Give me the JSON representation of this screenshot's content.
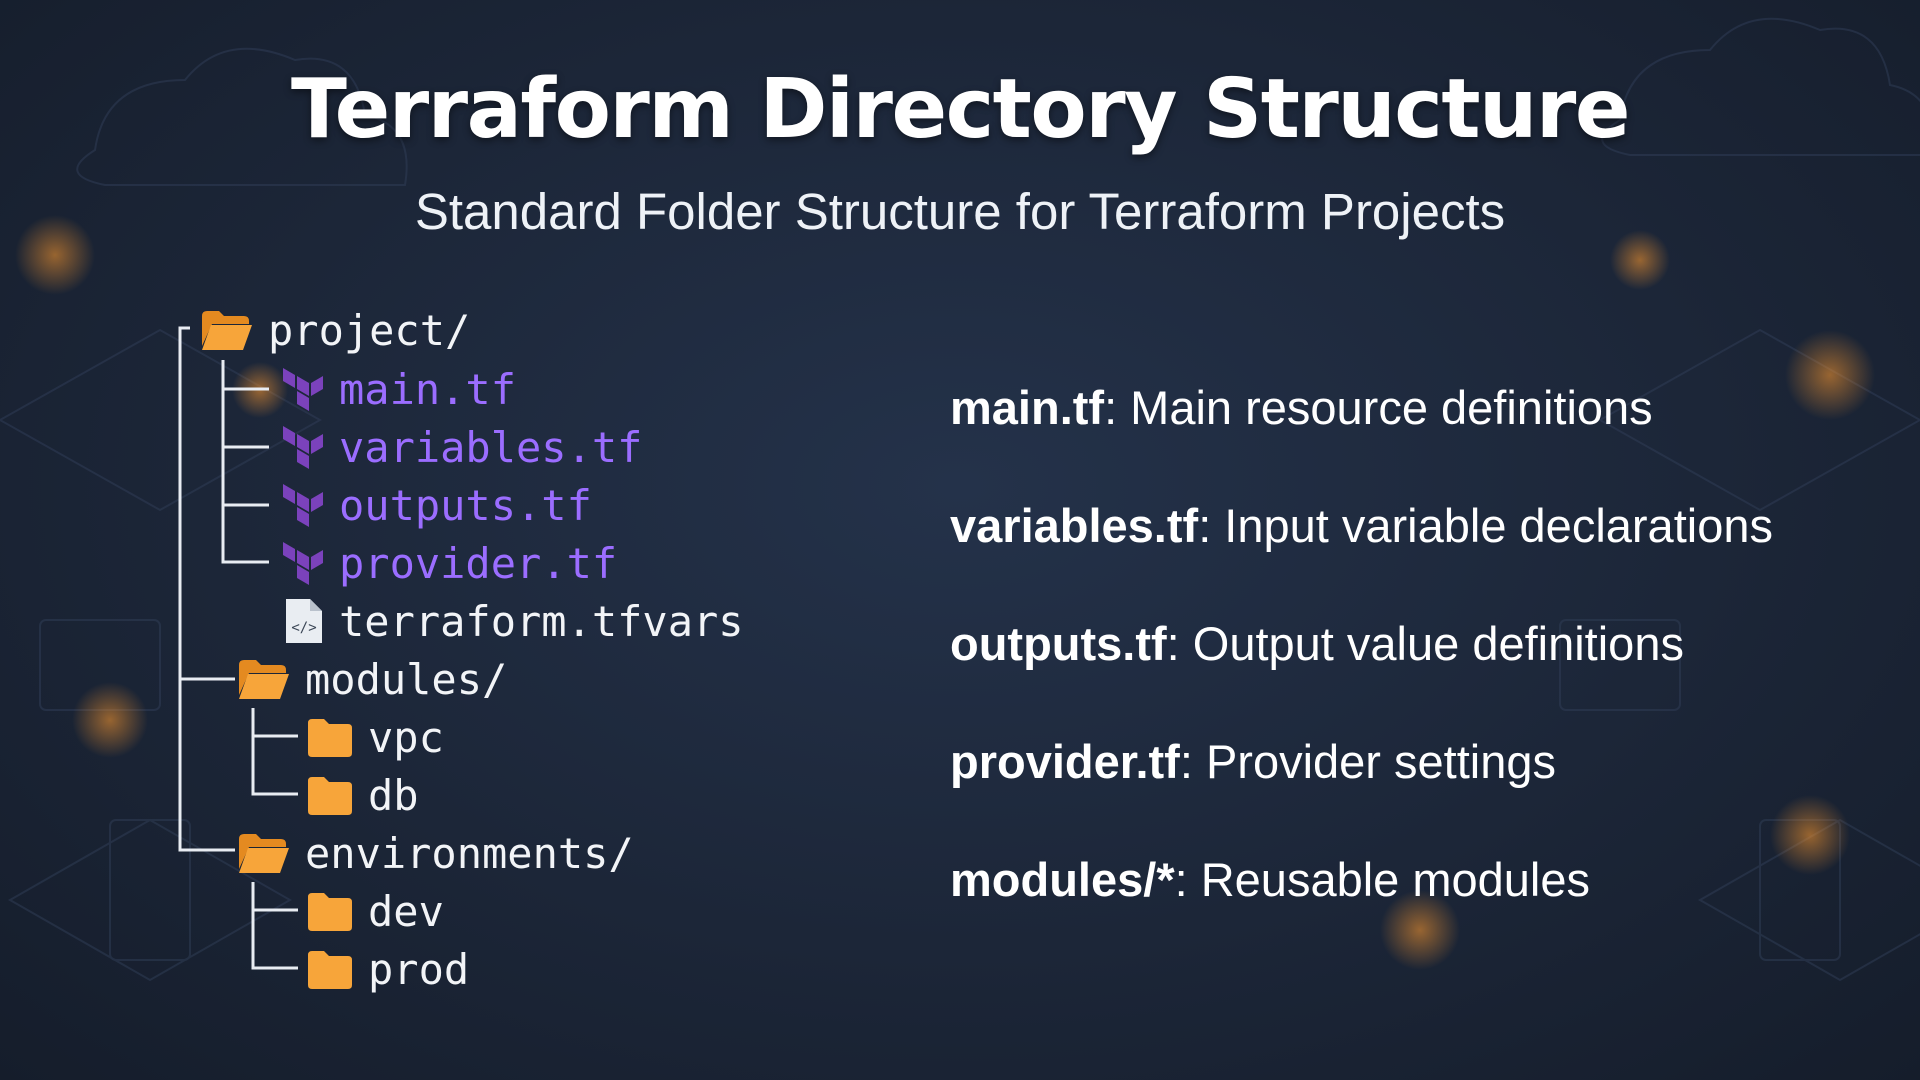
{
  "title": "Terraform Directory Structure",
  "subtitle": "Standard Folder Structure for Terraform Projects",
  "tree": {
    "root": {
      "label": "project/",
      "icon": "folder-open-icon"
    },
    "files": [
      {
        "label": "main.tf",
        "icon": "terraform-icon",
        "color": "#9b6dff"
      },
      {
        "label": "variables.tf",
        "icon": "terraform-icon",
        "color": "#9b6dff"
      },
      {
        "label": "outputs.tf",
        "icon": "terraform-icon",
        "color": "#9b6dff"
      },
      {
        "label": "provider.tf",
        "icon": "terraform-icon",
        "color": "#9b6dff"
      },
      {
        "label": "terraform.tfvars",
        "icon": "code-file-icon",
        "color": "#f2f4f7"
      }
    ],
    "modules": {
      "label": "modules/",
      "icon": "folder-open-icon",
      "children": [
        "vpc",
        "db"
      ]
    },
    "environments": {
      "label": "environments/",
      "icon": "folder-open-icon",
      "children": [
        "dev",
        "prod"
      ]
    }
  },
  "descriptions": [
    {
      "key": "main.tf",
      "text": ": Main resource definitions"
    },
    {
      "key": "variables.tf",
      "text": ": Input variable declarations"
    },
    {
      "key": "outputs.tf",
      "text": ": Output value definitions"
    },
    {
      "key": "provider.tf",
      "text": ": Provider settings"
    },
    {
      "key": "modules/*",
      "text": ": Reusable modules"
    }
  ],
  "colors": {
    "background": "#1c2638",
    "folder": "#f7a53a",
    "terraform_purple": "#7b42bc",
    "accent_orange": "#f08c2a"
  }
}
